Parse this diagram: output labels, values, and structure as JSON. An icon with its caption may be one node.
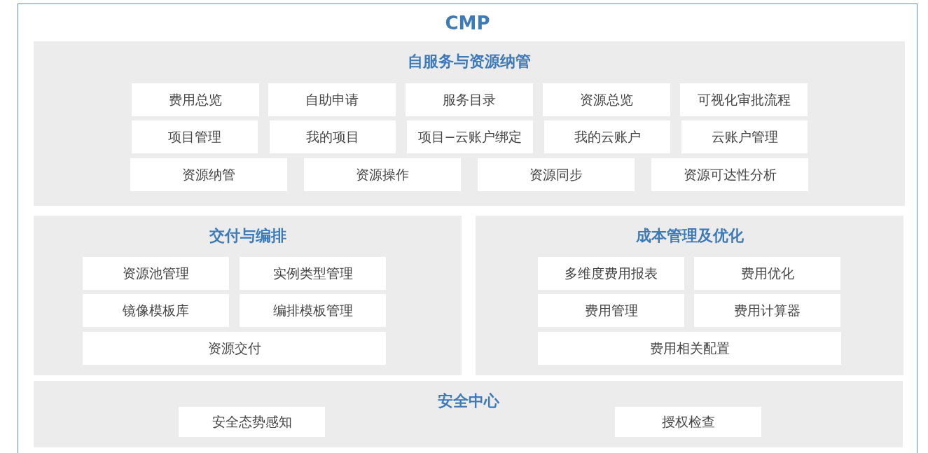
{
  "diagram": {
    "nodes": [
      {
        "text": [
          "CMP"
        ]
      },
      {
        "text": [
          "自服务与资源纳管"
        ],
        "in": 0
      },
      {
        "text": [
          "费用总览"
        ],
        "in": 1
      },
      {
        "text": [
          "自助申请"
        ],
        "in": 1
      },
      {
        "text": [
          "服务目录"
        ],
        "in": 1
      },
      {
        "text": [
          "资源总览"
        ],
        "in": 1
      },
      {
        "text": [
          "可视化审批流程"
        ],
        "in": 1
      },
      {
        "text": [
          "项目管理"
        ],
        "in": 1
      },
      {
        "text": [
          "我的项目"
        ],
        "in": 1
      },
      {
        "text": [
          "项目−云账户绑定"
        ],
        "in": 1
      },
      {
        "text": [
          "我的云账户"
        ],
        "in": 1
      },
      {
        "text": [
          "云账户管理"
        ],
        "in": 1
      },
      {
        "text": [
          "资源纳管"
        ],
        "in": 1
      },
      {
        "text": [
          "资源操作"
        ],
        "in": 1
      },
      {
        "text": [
          "资源同步"
        ],
        "in": 1
      },
      {
        "text": [
          "资源可达性分析"
        ],
        "in": 1
      },
      {
        "text": [
          "交付与编排"
        ],
        "in": 0
      },
      {
        "text": [
          "资源池管理"
        ],
        "in": 16
      },
      {
        "text": [
          "实例类型管理"
        ],
        "in": 16
      },
      {
        "text": [
          "镜像模板库"
        ],
        "in": 16
      },
      {
        "text": [
          "编排模板管理"
        ],
        "in": 16
      },
      {
        "text": [
          "资源交付"
        ],
        "in": 16
      },
      {
        "text": [
          "成本管理及优化"
        ],
        "in": 0
      },
      {
        "text": [
          "多维度费用报表"
        ],
        "in": 22
      },
      {
        "text": [
          "费用优化"
        ],
        "in": 22
      },
      {
        "text": [
          "费用管理"
        ],
        "in": 22
      },
      {
        "text": [
          "费用计算器"
        ],
        "in": 22
      },
      {
        "text": [
          "费用相关配置"
        ],
        "in": 22
      },
      {
        "text": [
          "安全中心"
        ],
        "in": 0
      },
      {
        "text": [
          "安全态势感知"
        ],
        "in": 28
      },
      {
        "text": [
          "授权检查"
        ],
        "in": 28
      }
    ]
  }
}
